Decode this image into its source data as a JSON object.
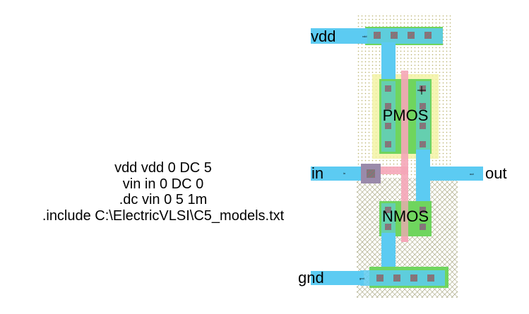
{
  "pins": {
    "vdd": "vdd",
    "in": "in",
    "out": "out",
    "gnd": "gnd"
  },
  "tiny_labels": {
    "vdd_port": "vdd",
    "in_port": "in",
    "out_port": "out",
    "gnd_port": "gnd"
  },
  "transistors": {
    "pmos": "PMOS",
    "nmos": "NMOS"
  },
  "spice_commands": [
    "vdd vdd 0 DC 5",
    "vin in 0 DC 0",
    ".dc vin 0 5 1m",
    ".include C:\\ElectricVLSI\\C5_models.txt"
  ],
  "colors": {
    "metal1": "#5ccbf2",
    "poly": "#f5a6b8",
    "active": "#6fd55e",
    "pwell_select": "#f2f3a0",
    "nwell_dots": "#b8b06a",
    "contact": "#8a8a8a"
  }
}
